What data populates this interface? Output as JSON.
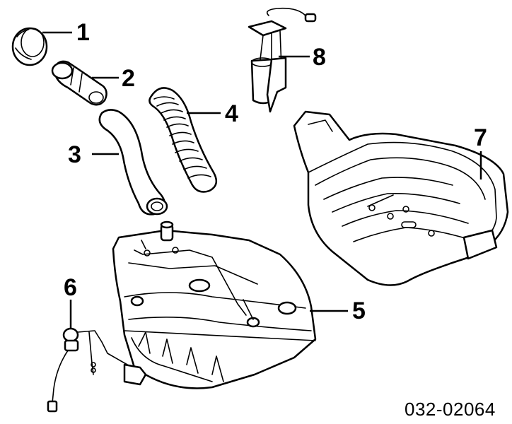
{
  "diagram": {
    "diagram_id": "032-02064",
    "callouts": [
      {
        "number": "1",
        "part": "filler-cap"
      },
      {
        "number": "2",
        "part": "filler-neck"
      },
      {
        "number": "3",
        "part": "filler-hose"
      },
      {
        "number": "4",
        "part": "breather-hose"
      },
      {
        "number": "5",
        "part": "fuel-tank"
      },
      {
        "number": "6",
        "part": "fuel-level-sender"
      },
      {
        "number": "7",
        "part": "tank-skid-plate"
      },
      {
        "number": "8",
        "part": "fuel-pump-assembly"
      }
    ],
    "colors": {
      "line": "#000000",
      "background": "#ffffff"
    }
  }
}
